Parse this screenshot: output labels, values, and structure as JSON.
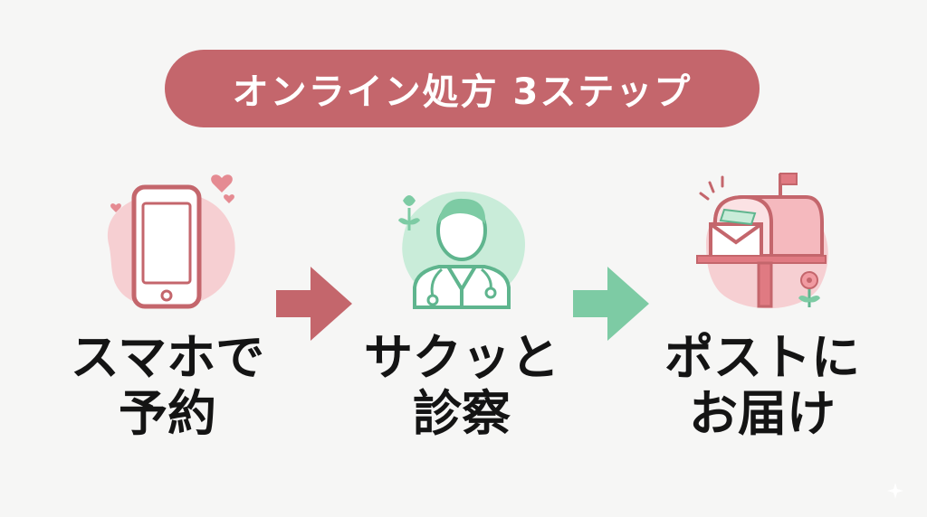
{
  "title": "オンライン処方 3ステップ",
  "colors": {
    "accent_pink": "#c4666c",
    "accent_green": "#7dcba4",
    "background": "#f6f6f5",
    "text": "#141414"
  },
  "steps": [
    {
      "line1": "スマホで",
      "line2": "予約",
      "icon": "smartphone-icon"
    },
    {
      "line1": "サクッと",
      "line2": "診察",
      "icon": "doctor-icon"
    },
    {
      "line1": "ポストに",
      "line2": "お届け",
      "icon": "mailbox-icon"
    }
  ]
}
